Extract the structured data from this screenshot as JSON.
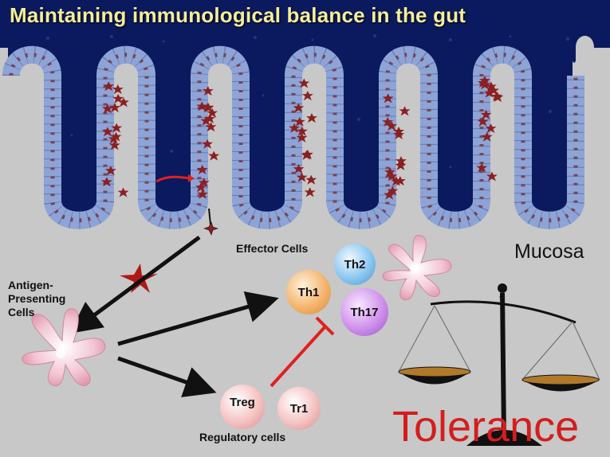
{
  "title": "Maintaining immunological balance in the gut",
  "labels": {
    "mucosa": "Mucosa",
    "antigen_presenting_cells": "Antigen-\nPresenting\nCells",
    "effector_cells": "Effector Cells",
    "regulatory_cells": "Regulatory cells",
    "tolerance": "Tolerance"
  },
  "cells": {
    "th1": "Th1",
    "th2": "Th2",
    "th17": "Th17",
    "treg": "Treg",
    "tr1": "Tr1"
  },
  "colors": {
    "lumen": "#0b1a5e",
    "villus": "#8ea4d6",
    "villus_nuclei": "#7a3030",
    "background": "#c8c8c8",
    "title": "#f4ee9c",
    "tolerance": "#d41d1d",
    "inhibit_arrow": "#e02020",
    "antigen": "#b01818",
    "scale_pan": "#b07a2a"
  }
}
